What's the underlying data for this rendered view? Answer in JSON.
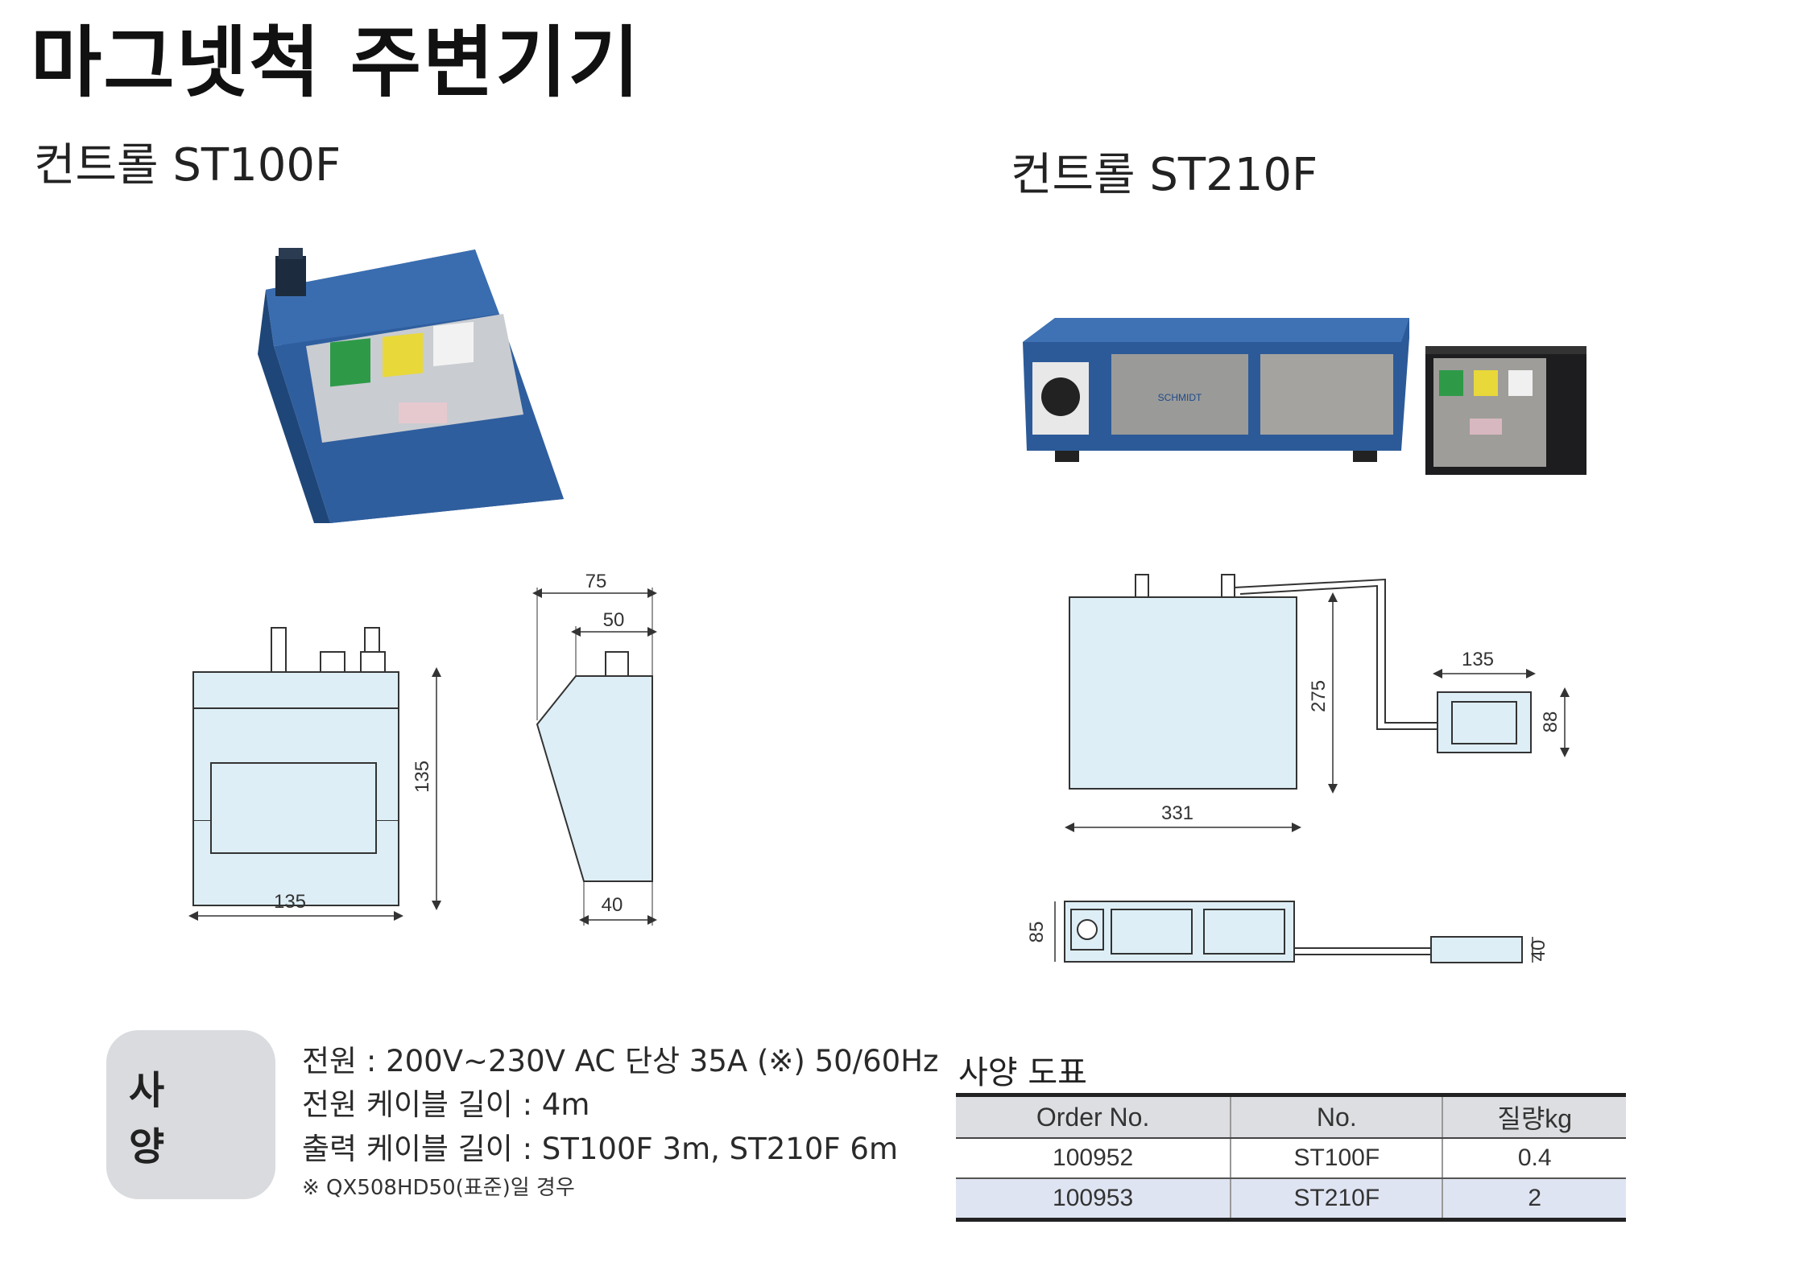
{
  "page": {
    "title": "마그넷척 주변기기"
  },
  "products": [
    {
      "title": "컨트롤 ST100F",
      "dimensions": {
        "front_width": "135",
        "front_height": "135",
        "side_top": "75",
        "side_mid": "50",
        "side_bottom": "40"
      }
    },
    {
      "title": "컨트롤 ST210F",
      "dimensions": {
        "main_height": "275",
        "main_width": "331",
        "remote_width": "135",
        "remote_height": "88",
        "bottom_height": "85",
        "remote_depth": "40"
      },
      "device_brand": "SCHMIDT"
    }
  ],
  "specs": {
    "badge": "사 양",
    "lines": [
      "전원 : 200V~230V AC 단상 35A (※) 50/60Hz",
      "전원 케이블 길이 : 4m",
      "출력 케이블 길이 : ST100F 3m, ST210F 6m"
    ],
    "note": "※ QX508HD50(표준)일 경우"
  },
  "spec_table": {
    "caption": "사양 도표",
    "headers": [
      "Order No.",
      "No.",
      "질량kg"
    ],
    "rows": [
      [
        "100952",
        "ST100F",
        "0.4"
      ],
      [
        "100953",
        "ST210F",
        "2"
      ]
    ]
  },
  "colors": {
    "device_blue": "#2f5e9e",
    "drawing_fill": "#ddeef6",
    "panel_green": "#2e9a48",
    "panel_yellow": "#e8d83a"
  }
}
